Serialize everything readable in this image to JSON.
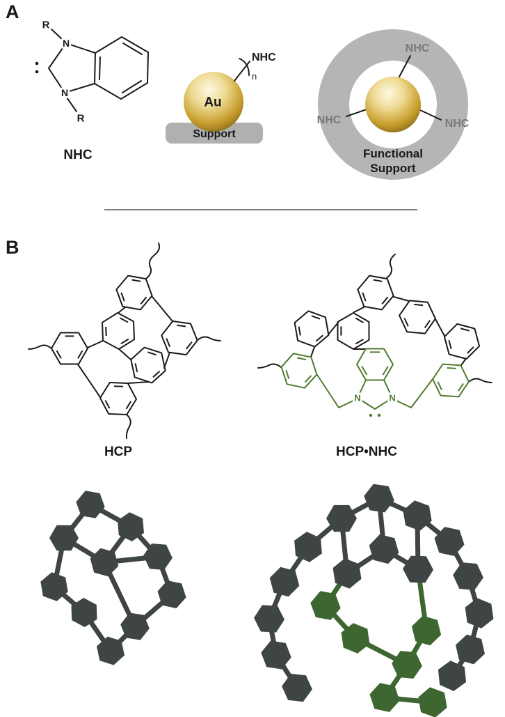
{
  "panel_a": {
    "label": "A",
    "nhc_structure": {
      "n1": "N",
      "n2": "N",
      "r1": "R",
      "r2": "R",
      "caption": "NHC"
    },
    "supported_np": {
      "core": "Au",
      "ligand": "NHC",
      "repeat": "n",
      "support": "Support"
    },
    "functional_support": {
      "label_top": "NHC",
      "label_left": "NHC",
      "label_right": "NHC",
      "caption_line1": "Functional",
      "caption_line2": "Support"
    }
  },
  "panel_b": {
    "label": "B",
    "hcp": {
      "caption": "HCP",
      "rings": [
        [
          193,
          100,
          10
        ],
        [
          100,
          180,
          0
        ],
        [
          170,
          155,
          28
        ],
        [
          258,
          165,
          8
        ],
        [
          213,
          204,
          18
        ],
        [
          170,
          252,
          2
        ]
      ],
      "bonds": [
        [
          180,
          121,
          170,
          129
        ],
        [
          219,
          106,
          248,
          141
        ],
        [
          126,
          179,
          148,
          169
        ],
        [
          171,
          181,
          188,
          196
        ],
        [
          244,
          186,
          236,
          208
        ],
        [
          112,
          203,
          144,
          250
        ],
        [
          214,
          228,
          184,
          230
        ]
      ],
      "squiggles": [
        "M 210 80 q 10 -8 6 -17 t 6 -17 t 6 -17",
        "M 74 180 q -9 -7 -17 -3 t -16 4",
        "M 284 168 q 9 -7 17 -3 t 16 4",
        "M 182 275 q 9 8 4 17 t -4 17"
      ]
    },
    "hcp_nhc": {
      "caption": "HCP•NHC",
      "n_left": "N",
      "n_right": "N",
      "rings": [
        [
          540,
          100,
          10
        ],
        [
          448,
          152,
          20
        ],
        [
          508,
          155,
          30
        ],
        [
          600,
          135,
          5
        ],
        [
          664,
          170,
          15
        ]
      ],
      "green_rings": [
        [
          430,
          212,
          12
        ],
        [
          648,
          226,
          4
        ]
      ],
      "bonds": [
        [
          523,
          121,
          509,
          128
        ],
        [
          566,
          106,
          588,
          112
        ],
        [
          472,
          160,
          486,
          143
        ],
        [
          626,
          138,
          639,
          162
        ],
        [
          508,
          181,
          526,
          181
        ],
        [
          452,
          178,
          447,
          192
        ],
        [
          669,
          196,
          663,
          204
        ]
      ],
      "squiggles": [
        "M 556 79 q 10 -8 6 -17 t 6 -17",
        "M 404 207 q -9 -7 -17 -3 t -16 4",
        "M 674 228 q 9 -7 17 -3 t 16 4"
      ]
    },
    "cartoon_left": {
      "r": 21,
      "hexes": [
        [
          130,
          404,
          10
        ],
        [
          188,
          436,
          25
        ],
        [
          92,
          452,
          0
        ],
        [
          150,
          487,
          15
        ],
        [
          227,
          479,
          5
        ],
        [
          78,
          522,
          20
        ],
        [
          247,
          533,
          12
        ],
        [
          121,
          559,
          28
        ],
        [
          194,
          579,
          8
        ],
        [
          159,
          614,
          18
        ]
      ],
      "links": [
        [
          0,
          1
        ],
        [
          0,
          2
        ],
        [
          1,
          4
        ],
        [
          1,
          3
        ],
        [
          2,
          3
        ],
        [
          2,
          5
        ],
        [
          3,
          4
        ],
        [
          5,
          7
        ],
        [
          7,
          9
        ],
        [
          9,
          8
        ],
        [
          8,
          6
        ],
        [
          6,
          4
        ],
        [
          3,
          8
        ]
      ]
    },
    "cartoon_right": {
      "r": 22,
      "hexes": [
        [
          545,
          395,
          8
        ],
        [
          600,
          420,
          20
        ],
        [
          491,
          424,
          0
        ],
        [
          646,
          457,
          12
        ],
        [
          443,
          465,
          25
        ],
        [
          673,
          507,
          5
        ],
        [
          409,
          515,
          15
        ],
        [
          689,
          560,
          22
        ],
        [
          387,
          568,
          3
        ],
        [
          676,
          612,
          17
        ],
        [
          397,
          620,
          9
        ],
        [
          650,
          650,
          24
        ],
        [
          427,
          667,
          6
        ],
        [
          552,
          468,
          14
        ],
        [
          499,
          503,
          21
        ],
        [
          601,
          497,
          2
        ],
        [
          468,
          549,
          10,
          "g"
        ],
        [
          511,
          596,
          22,
          "g"
        ],
        [
          585,
          634,
          5,
          "g"
        ],
        [
          613,
          585,
          16,
          "g"
        ],
        [
          553,
          681,
          12,
          "g"
        ],
        [
          622,
          688,
          20,
          "g"
        ]
      ],
      "links": [
        [
          0,
          1
        ],
        [
          0,
          2
        ],
        [
          1,
          3
        ],
        [
          2,
          4
        ],
        [
          3,
          5
        ],
        [
          4,
          6
        ],
        [
          5,
          7
        ],
        [
          6,
          8
        ],
        [
          7,
          9
        ],
        [
          8,
          10
        ],
        [
          9,
          11
        ],
        [
          10,
          12
        ],
        [
          0,
          13
        ],
        [
          13,
          14
        ],
        [
          13,
          15
        ],
        [
          2,
          14
        ],
        [
          1,
          15
        ],
        [
          14,
          16,
          "g"
        ],
        [
          16,
          17,
          "g"
        ],
        [
          17,
          18,
          "g"
        ],
        [
          15,
          19,
          "g"
        ],
        [
          19,
          18,
          "g"
        ],
        [
          18,
          20,
          "g"
        ],
        [
          20,
          21,
          "g"
        ]
      ]
    }
  },
  "colors": {
    "gold_highlight": "#fdf9e4",
    "gold_light": "#eeda92",
    "gold_mid": "#c89f2f",
    "gold_dark": "#7a5c0f",
    "support_gray": "#b0b0b0",
    "ring_gray": "#b5b5b5",
    "label_gray": "#787878",
    "structure_black": "#1a1a1a",
    "structure_green": "#4f7a2d",
    "hex_dark": "#3f4444",
    "hex_green": "#3e6631"
  }
}
